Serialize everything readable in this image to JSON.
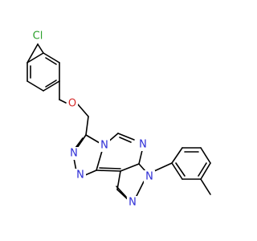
{
  "molecule": {
    "atom_colors": {
      "N": "#2b2bd6",
      "O": "#d62b2b",
      "Cl": "#2ca02c",
      "C": "#000000"
    },
    "labels": {
      "cl": "Cl",
      "o": "O",
      "n_trz_1": "N",
      "n_trz_2": "N",
      "n_pym_1": "N",
      "n_pym_2": "N",
      "n_pyr_1": "N",
      "n_pyr_2": "N",
      "n_fused": "N"
    }
  }
}
